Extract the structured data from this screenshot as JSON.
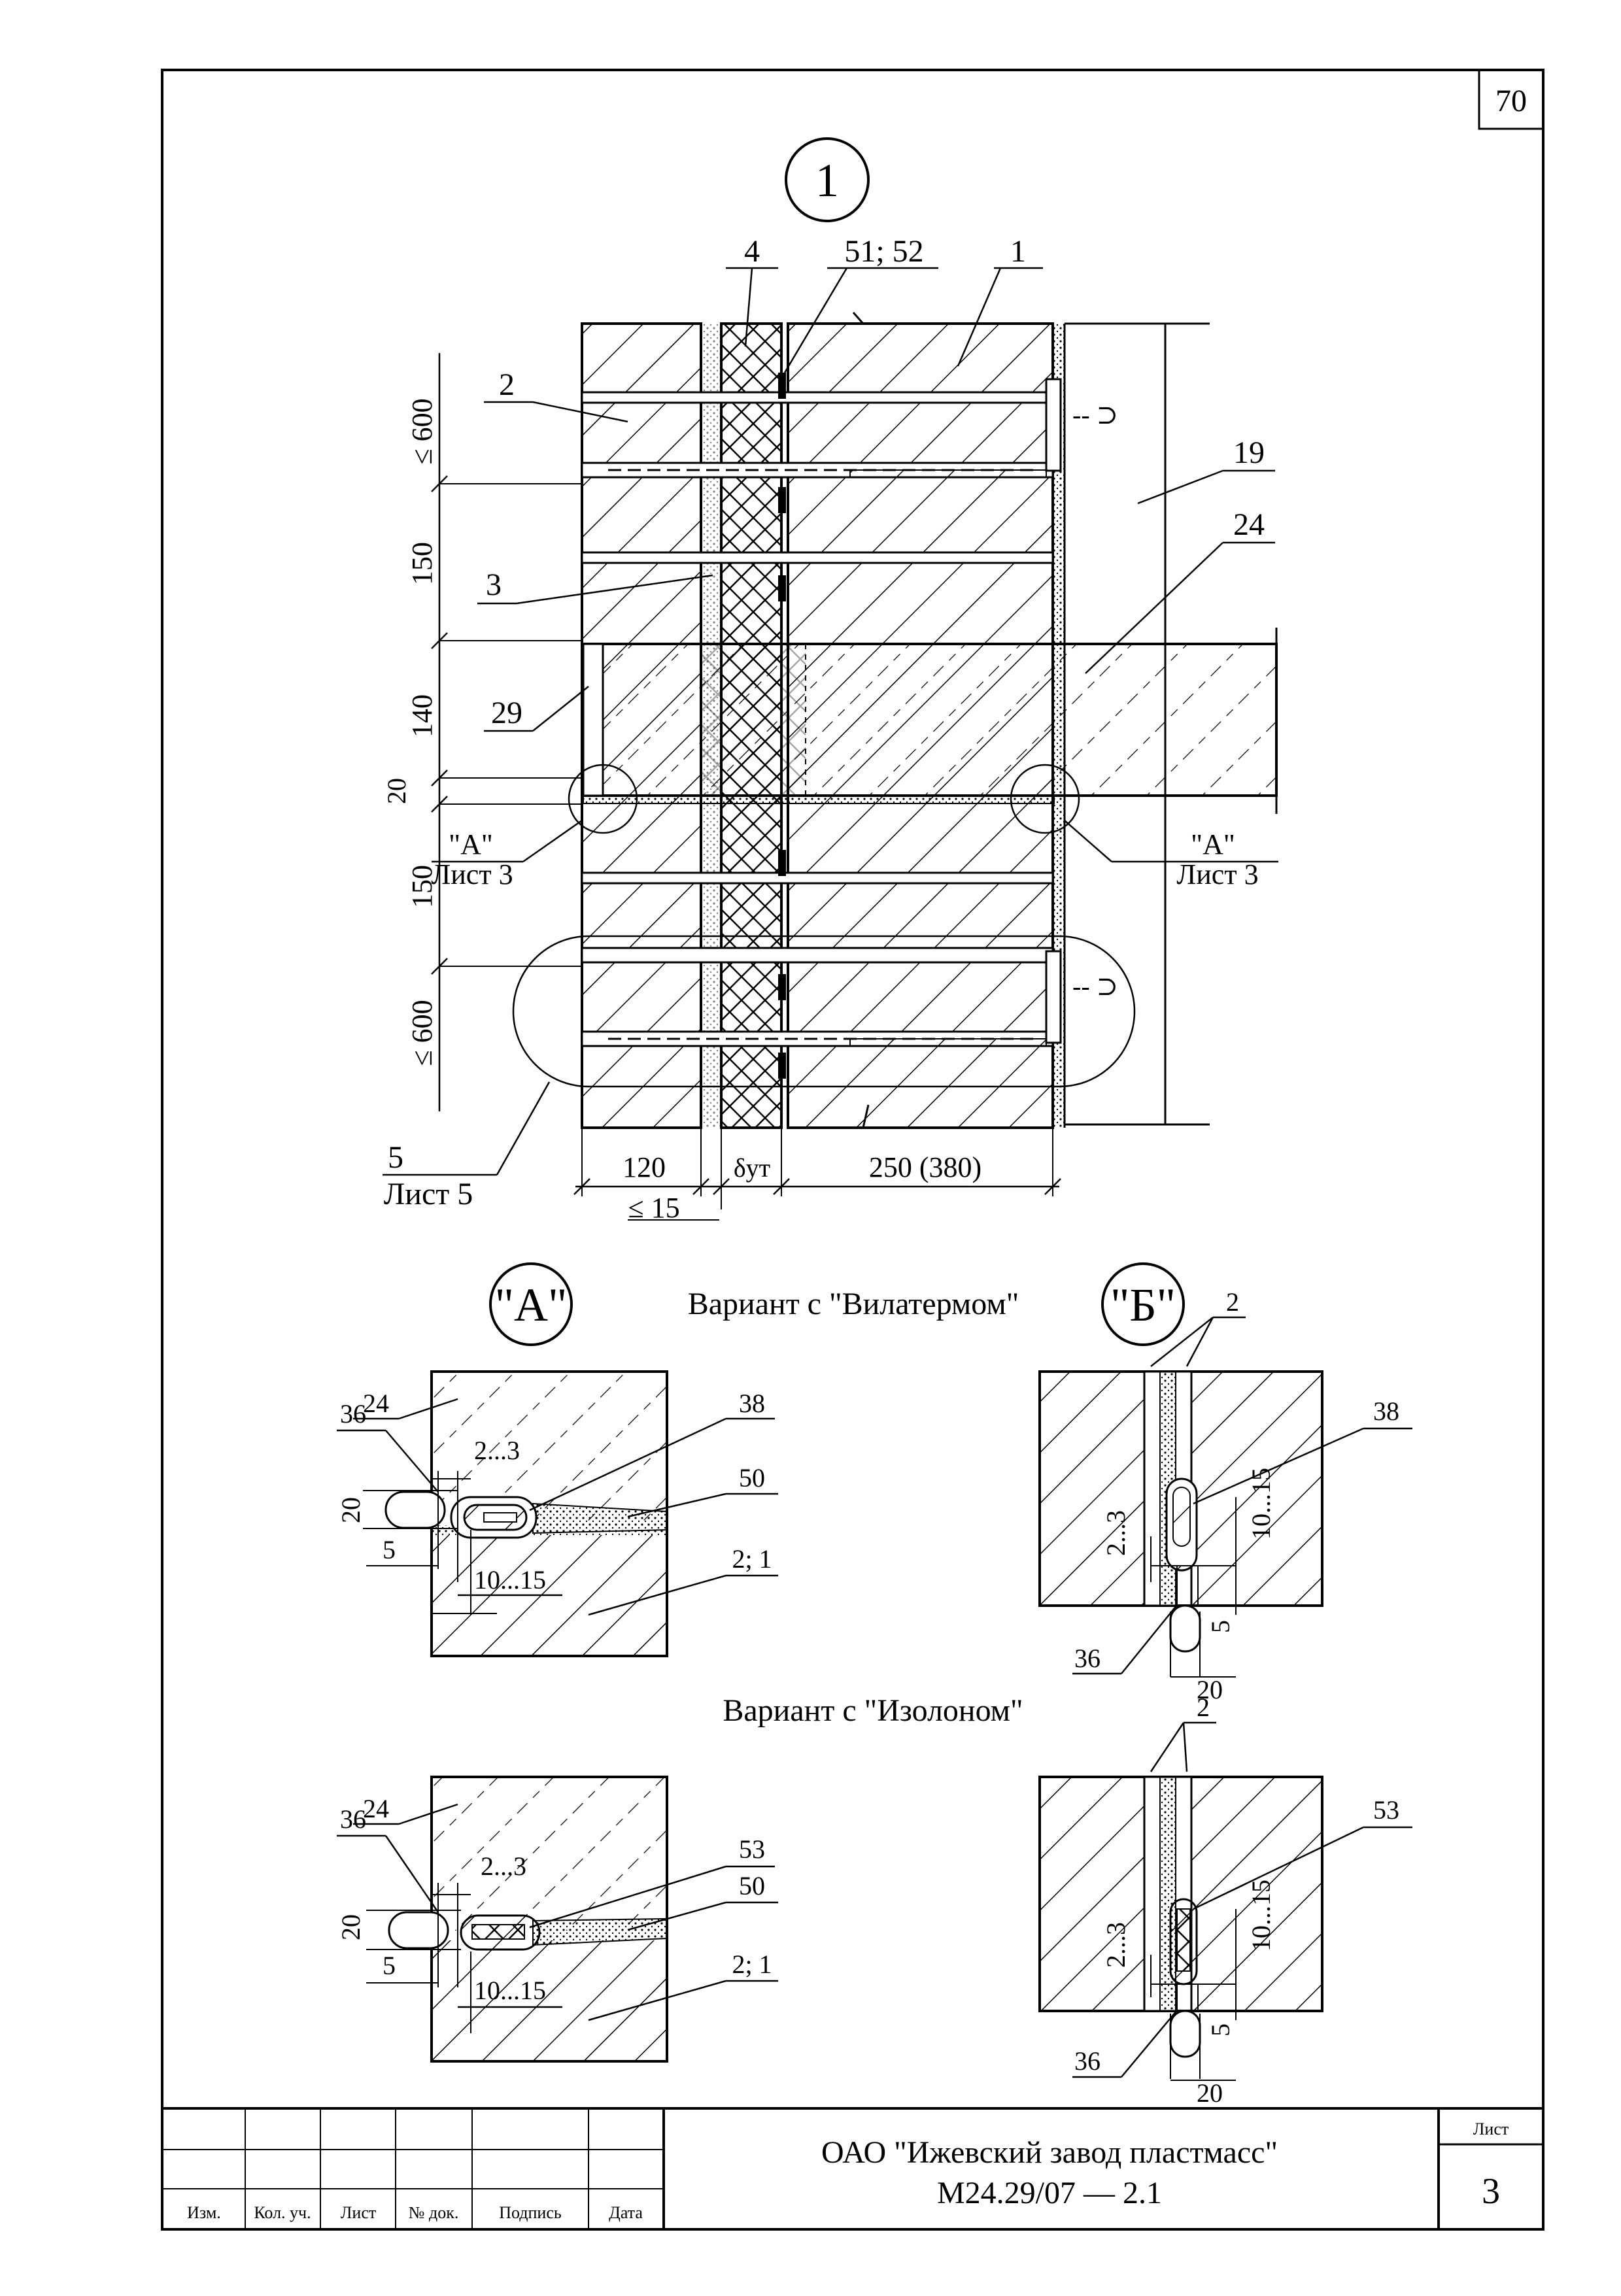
{
  "sheet_number": "70",
  "main_section": {
    "marker": "1",
    "callouts": {
      "c4": "4",
      "c51_52": "51; 52",
      "c1": "1",
      "c2": "2",
      "c19": "19",
      "c24": "24",
      "c3": "3",
      "c29": "29",
      "c5": "5"
    },
    "dimensions": {
      "d600_top": "≤ 600",
      "d150_a": "150",
      "d140": "140",
      "d20": "20",
      "d150_b": "150",
      "d600_bottom": "≤ 600",
      "d120": "120",
      "d_ut": "δут",
      "d250": "250 (380)",
      "d15": "≤ 15"
    },
    "refs": {
      "left_detail": "\"А\"",
      "left_sheet": "Лист 3",
      "right_detail": "\"А\"",
      "right_sheet": "Лист 3",
      "bottom_sheet": "Лист 5"
    }
  },
  "details": {
    "a_marker": "\"А\"",
    "b_marker": "\"Б\"",
    "variant_1": "Вариант с \"Вилатермом\"",
    "variant_2": "Вариант с \"Изолоном\"",
    "labels": {
      "l24": "24",
      "l36": "36",
      "l2_3": "2...3",
      "l38": "38",
      "l20": "20",
      "l50": "50",
      "l5": "5",
      "l10_15": "10...15",
      "l2_1": "2; 1",
      "l2": "2",
      "l53": "53"
    }
  },
  "title_block": {
    "company": "ОАО \"Ижевский завод пластмасс\"",
    "doc_code": "М24.29/07 — 2.1",
    "sheet_label": "Лист",
    "sheet_value": "3",
    "columns": [
      "Изм.",
      "Кол. уч.",
      "Лист",
      "№ док.",
      "Подпись",
      "Дата"
    ]
  }
}
